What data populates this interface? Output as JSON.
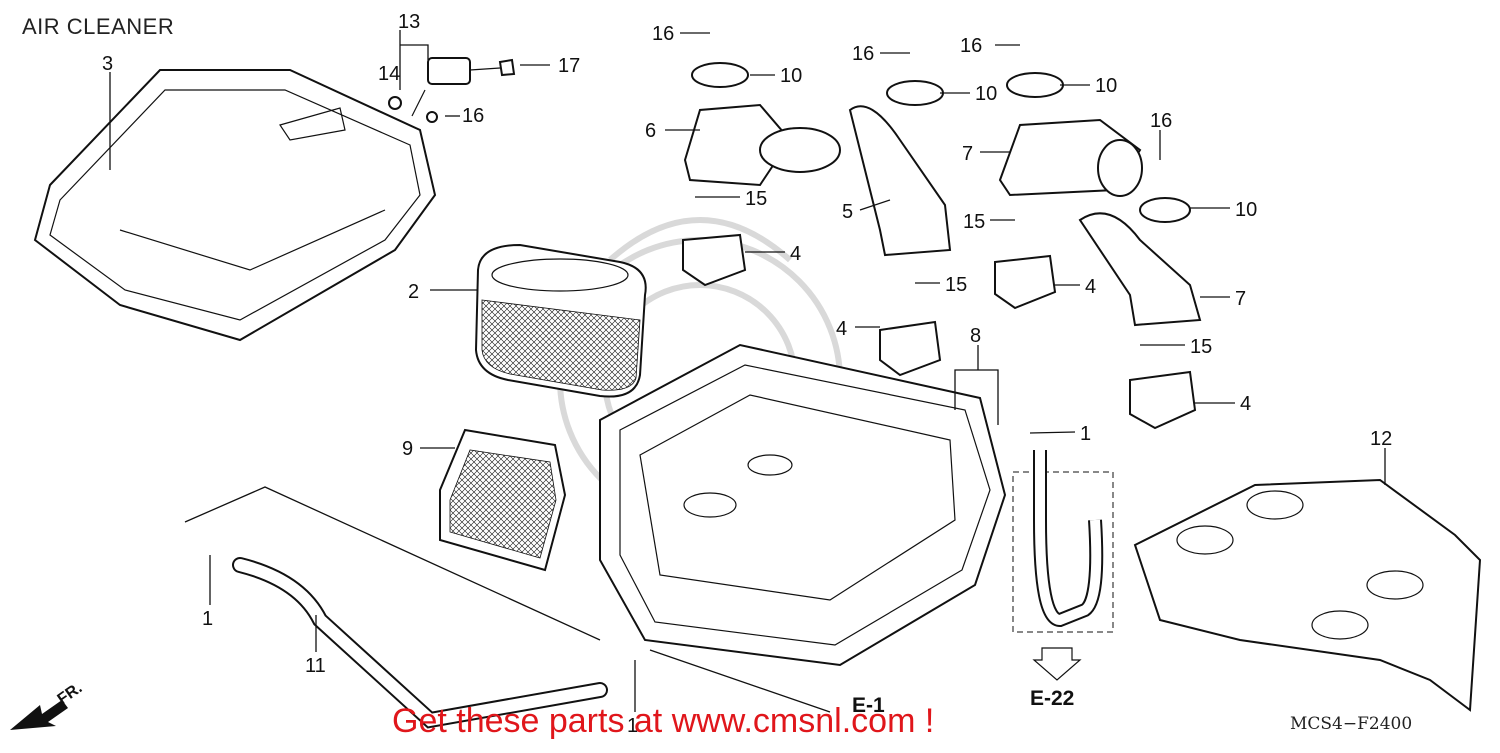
{
  "title": "AIR CLEANER",
  "diagram_code": "MCS4−F2400",
  "promo_text": "Get these parts at www.cmsnl.com !",
  "direction_label": "FR.",
  "refs": {
    "e1": "E-1",
    "e22": "E-22"
  },
  "callouts": [
    "1",
    "1",
    "1",
    "2",
    "3",
    "4",
    "4",
    "4",
    "4",
    "5",
    "6",
    "7",
    "7",
    "8",
    "9",
    "10",
    "10",
    "10",
    "10",
    "11",
    "12",
    "13",
    "14",
    "15",
    "15",
    "15",
    "15",
    "16",
    "16",
    "16",
    "16",
    "16",
    "17"
  ]
}
